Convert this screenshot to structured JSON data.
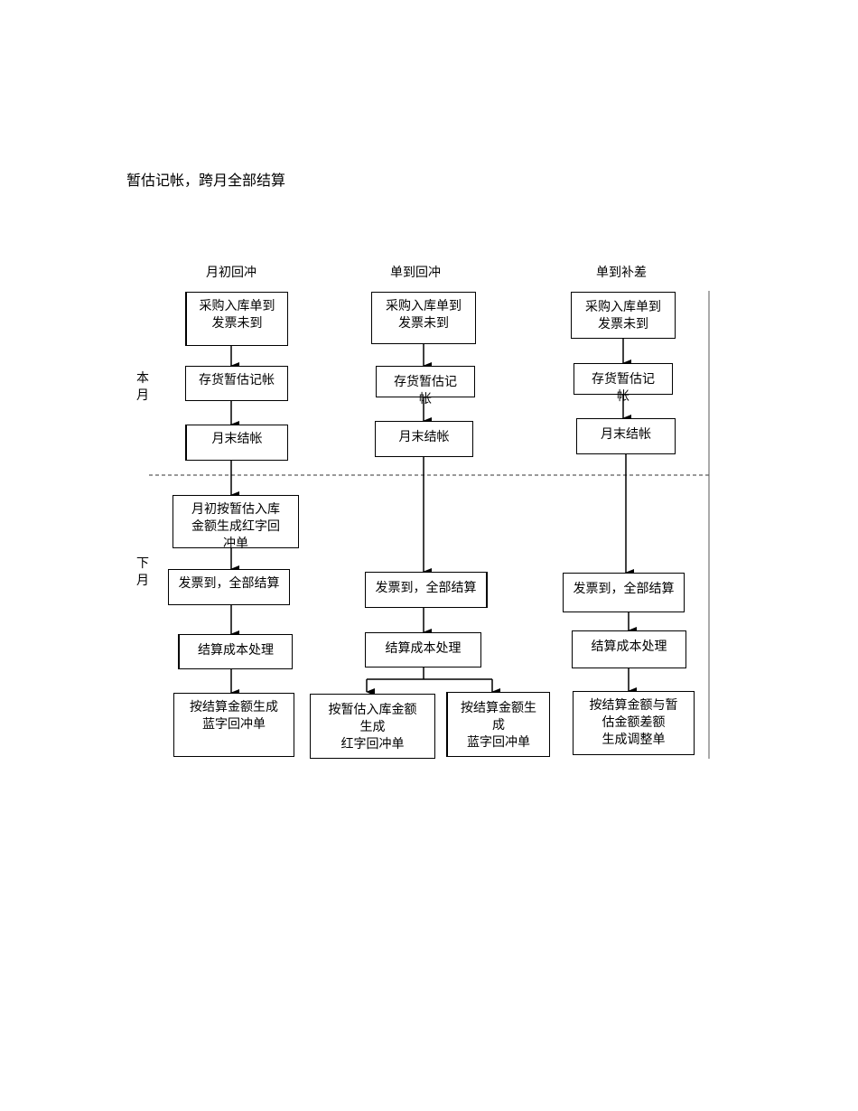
{
  "title": "暂估记帐，跨月全部结算",
  "columns": [
    {
      "name": "月初回冲"
    },
    {
      "name": "单到回冲"
    },
    {
      "name": "单到补差"
    }
  ],
  "labels": {
    "this_month": "本\n月",
    "next_month": "下\n月"
  },
  "col1": {
    "receipt": "采购入库单到\n发票未到",
    "estimate": "存货暂估记帐",
    "close": "月末结帐",
    "reverse": "月初按暂估入库\n金额生成红字回\n冲单",
    "invoice": "发票到，全部结算",
    "cost": "结算成本处理",
    "blue": "按结算金额生成\n蓝字回冲单"
  },
  "col2": {
    "receipt": "采购入库单到\n发票未到",
    "estimate": "存货暂估记\n帐",
    "close": "月末结帐",
    "invoice": "发票到，全部结算",
    "cost": "结算成本处理",
    "red": "按暂估入库金额\n生成\n红字回冲单",
    "blue": "按结算金额生\n成\n蓝字回冲单"
  },
  "col3": {
    "receipt": "采购入库单到\n发票未到",
    "estimate": "存货暂估记\n帐",
    "close": "月末结帐",
    "invoice": "发票到，全部结算",
    "cost": "结算成本处理",
    "adjust": "按结算金额与暂\n估金额差额\n生成调整单"
  }
}
